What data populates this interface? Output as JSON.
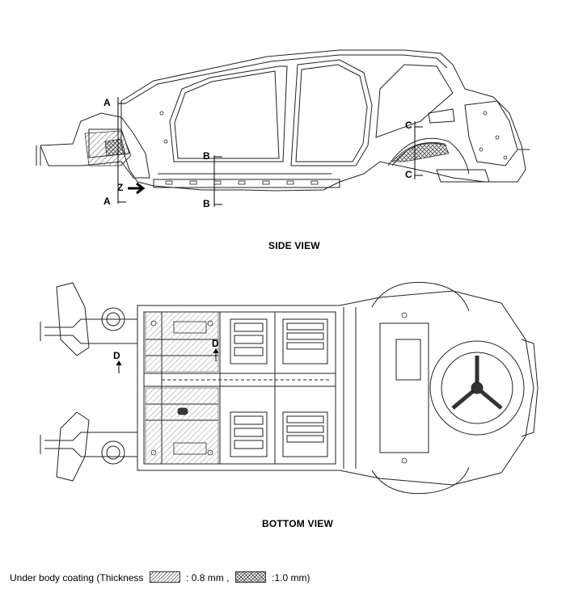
{
  "side_view": {
    "title": "SIDE VIEW",
    "labels": {
      "a_top": "A",
      "a_bottom": "A",
      "b_top": "B",
      "b_bottom": "B",
      "c_top": "C",
      "c_bottom": "C",
      "z": "Z"
    }
  },
  "bottom_view": {
    "title": "BOTTOM VIEW",
    "labels": {
      "d_left": "D",
      "d_right": "D"
    }
  },
  "legend": {
    "prefix": "Under body coating  (Thickness",
    "thin_value": ": 0.8 mm ,",
    "thick_value": ":1.0 mm)"
  }
}
